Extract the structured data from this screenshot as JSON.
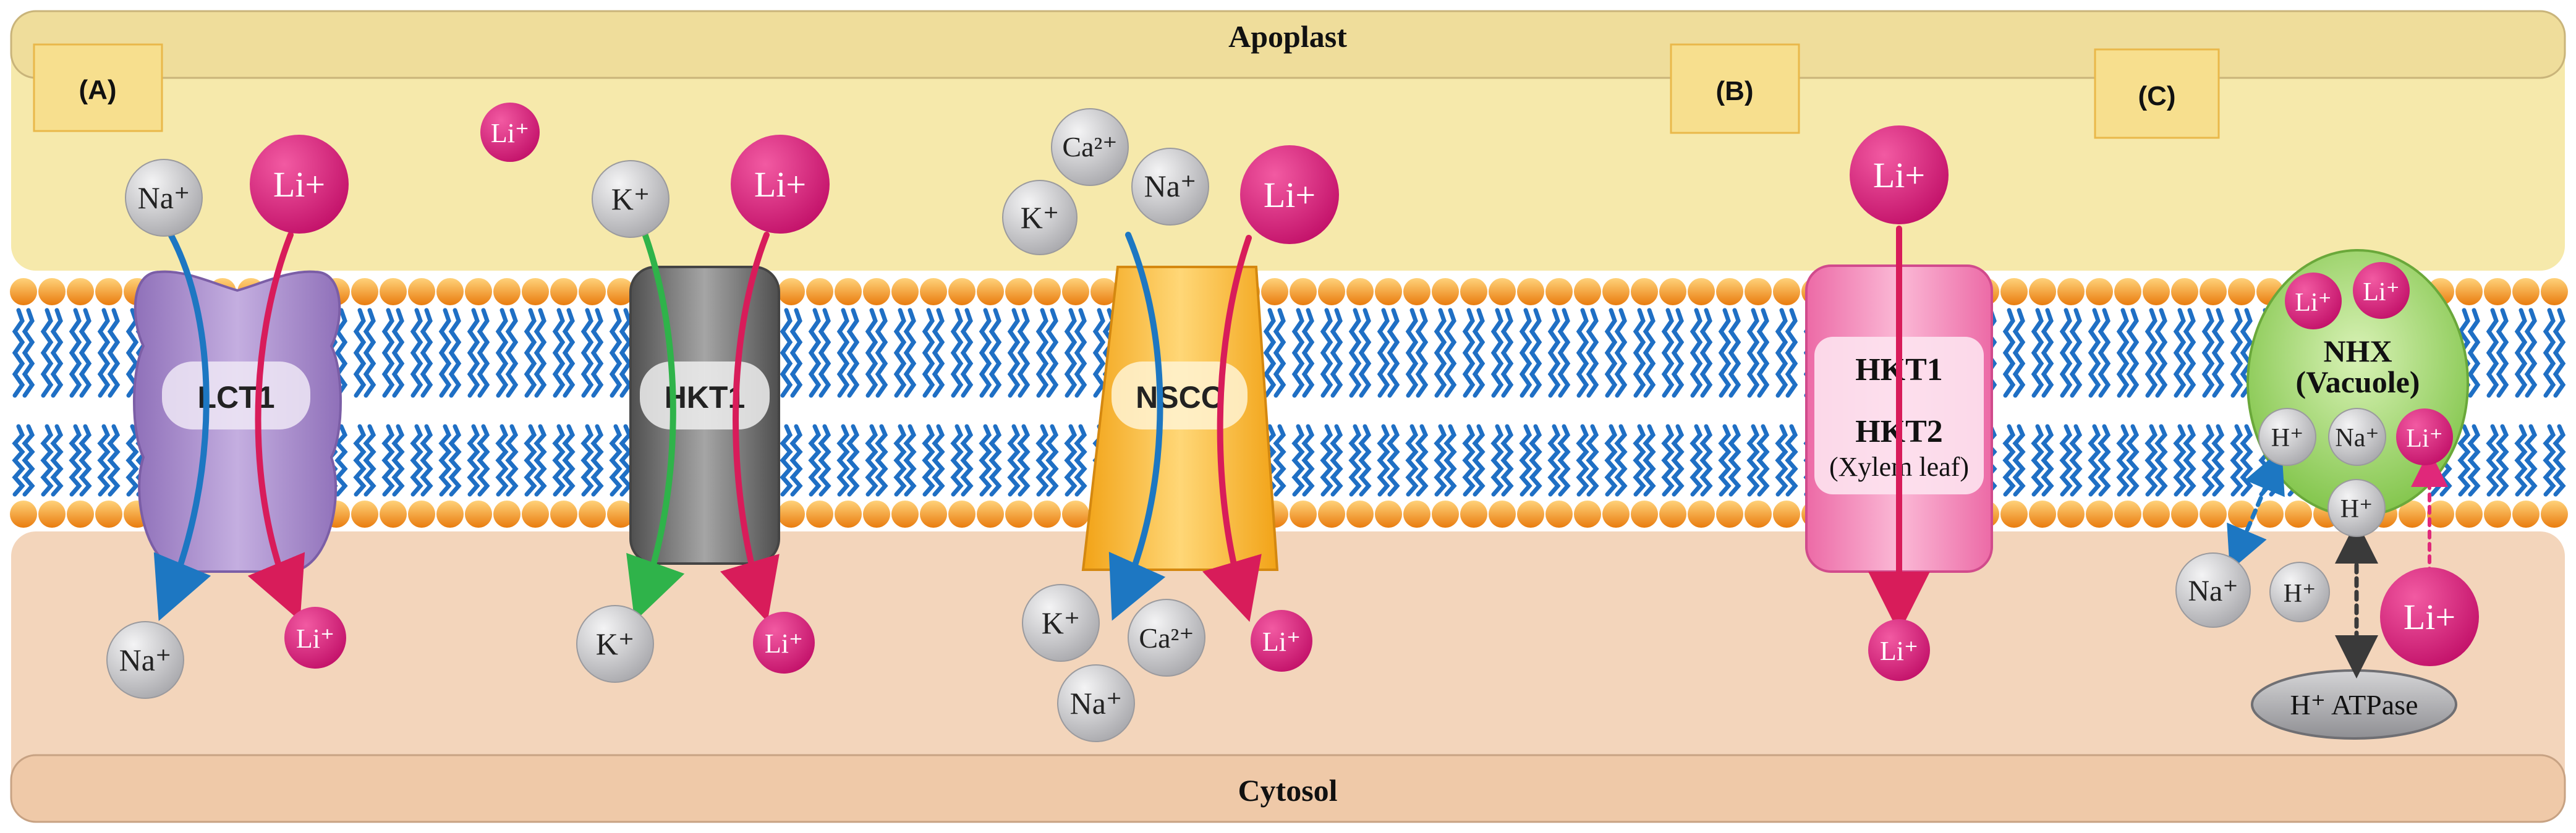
{
  "regions": {
    "top": "Apoplast",
    "bottom": "Cytosol"
  },
  "panels": [
    "(A)",
    "(B)",
    "(C)"
  ],
  "transporters": {
    "lct1": "LCT1",
    "hkt1_a": "HKT1",
    "nscc": "NSCC",
    "hkt_b_line1": "HKT1",
    "hkt_b_line2": "HKT2",
    "hkt_b_line3": "(Xylem leaf)",
    "nhx_line1": "NHX",
    "nhx_line2": "(Vacuole)",
    "atpase": "H⁺ ATPase"
  },
  "ions": {
    "li": "Li+",
    "li_sup": "Li⁺",
    "na": "Na⁺",
    "k": "K⁺",
    "ca": "Ca²⁺",
    "h": "H⁺"
  },
  "colors": {
    "apoplast": "#f5e7a6",
    "cytosol": "#f1d1b4",
    "lipid_head": "#f39a1e",
    "lipid_tail": "#1f6fc4",
    "li_ion": "#d61e7a",
    "gray_ion": "#c9c9cb",
    "lct1": "#a98cc9",
    "hkt1": "#6e6e6e",
    "nscc": "#f6b323",
    "hkt_b": "#f07fb3",
    "nhx": "#8fcf5a",
    "arrow_blue": "#1d77c2",
    "arrow_red": "#d81c5a",
    "arrow_green": "#2fb34a"
  }
}
